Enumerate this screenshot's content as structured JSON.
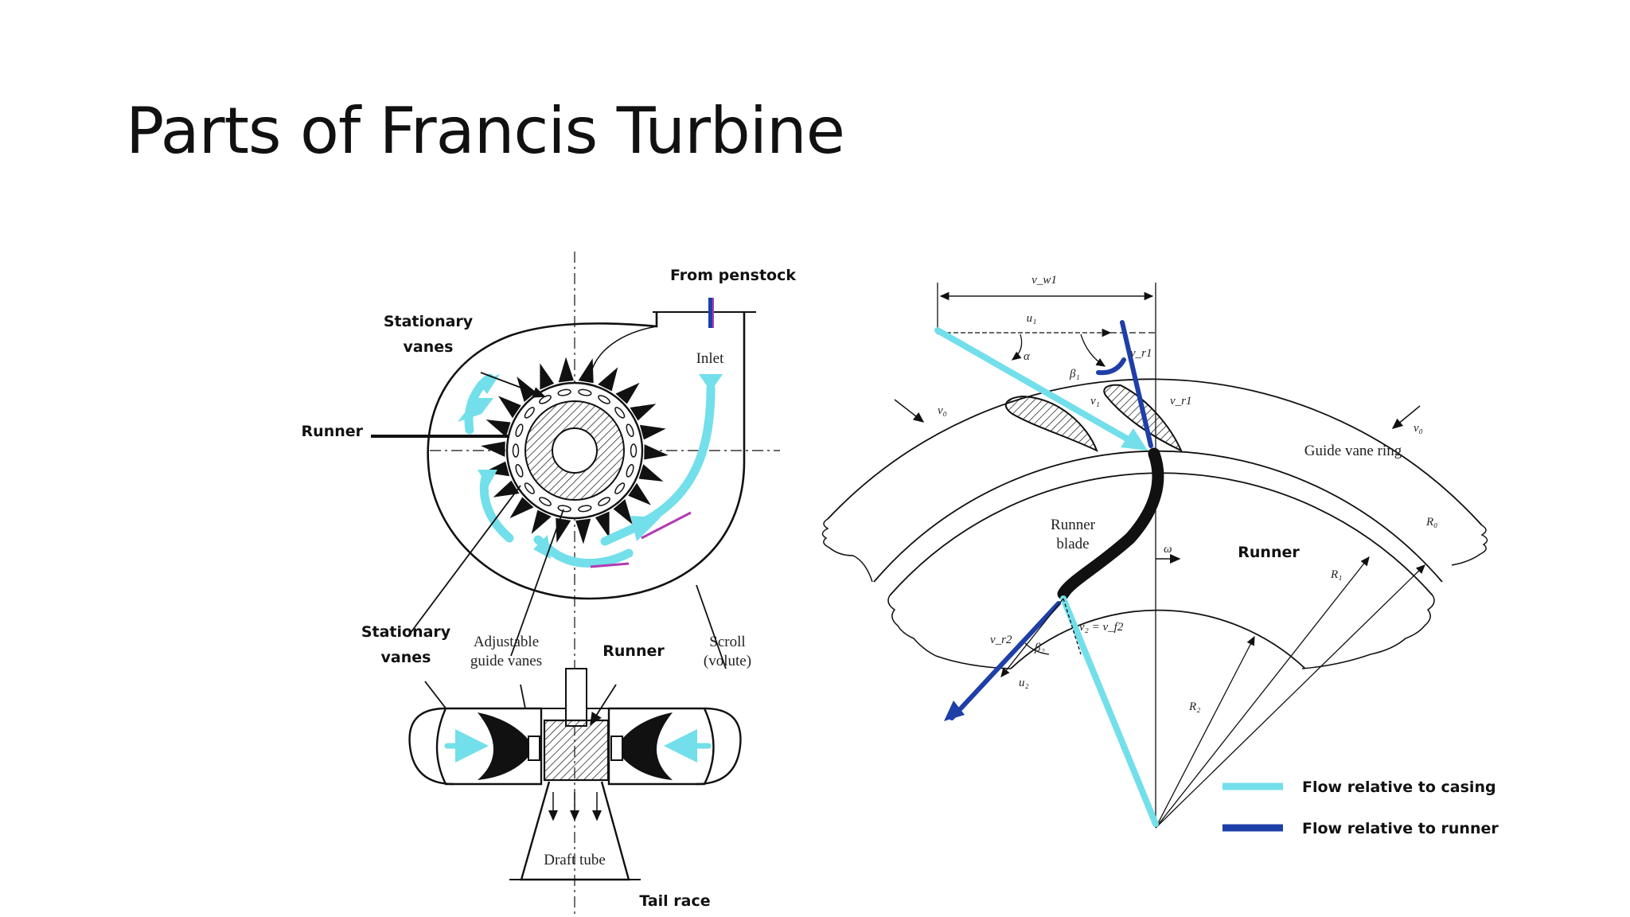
{
  "slide": {
    "title": "Parts of Francis Turbine"
  },
  "left_diagram": {
    "labels": {
      "from_penstock": "From penstock",
      "inlet": "Inlet",
      "stationary_vanes_top": "Stationary\nvanes",
      "runner_left": "Runner",
      "stationary_vanes_bottom": "Stationary\nvanes",
      "adjustable_guide_vanes": "Adjustable\nguide vanes",
      "runner_bottom": "Runner",
      "scroll_volute": "Scroll\n(volute)",
      "draft_tube": "Draft tube",
      "tail_race": "Tail race"
    }
  },
  "right_diagram": {
    "labels": {
      "guide_vane_ring": "Guide vane ring",
      "runner_blade": "Runner\nblade",
      "runner": "Runner",
      "omega": "ω",
      "v_w1": "v_w1",
      "u1": "u₁",
      "alpha": "α",
      "beta1": "β₁",
      "v1": "v₁",
      "vr1": "v_r1",
      "v0_left": "v₀",
      "v0_right": "v₀",
      "R0": "R₀",
      "R1": "R₁",
      "R2": "R₂",
      "v2_eq": "v₂ = v_f2",
      "beta2": "β₂",
      "u2": "u₂",
      "vr2": "v_r2",
      "vr_top": "v_r1"
    },
    "legend": [
      {
        "label": "Flow relative to casing",
        "color": "#72DFEA"
      },
      {
        "label": "Flow relative to runner",
        "color": "#1F3FA8"
      }
    ]
  },
  "colors": {
    "cyan": "#72DFEA",
    "navy": "#1F3FA8",
    "magenta": "#B23AB2",
    "ink": "#111111"
  }
}
